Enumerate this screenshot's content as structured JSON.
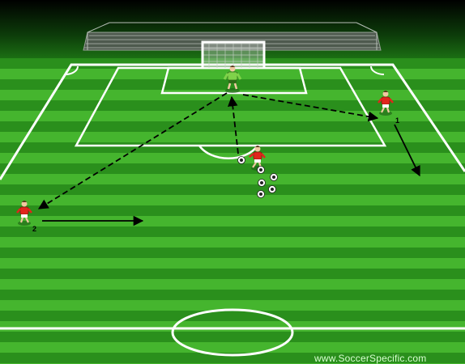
{
  "watermark": "www.SoccerSpecific.com",
  "player_labels": {
    "player_1": "1",
    "player_2": "2"
  },
  "colors": {
    "grass_dark": "#2a8f1c",
    "grass_light": "#45b52e",
    "lines": "#ffffff",
    "attacker_shirt": "#e0261c",
    "goalkeeper_shirt": "#7fd24a",
    "arrow": "#000000"
  },
  "icons": [
    "soccer-ball-icon",
    "player-icon",
    "goalkeeper-icon",
    "goal-icon",
    "bleachers-icon"
  ]
}
